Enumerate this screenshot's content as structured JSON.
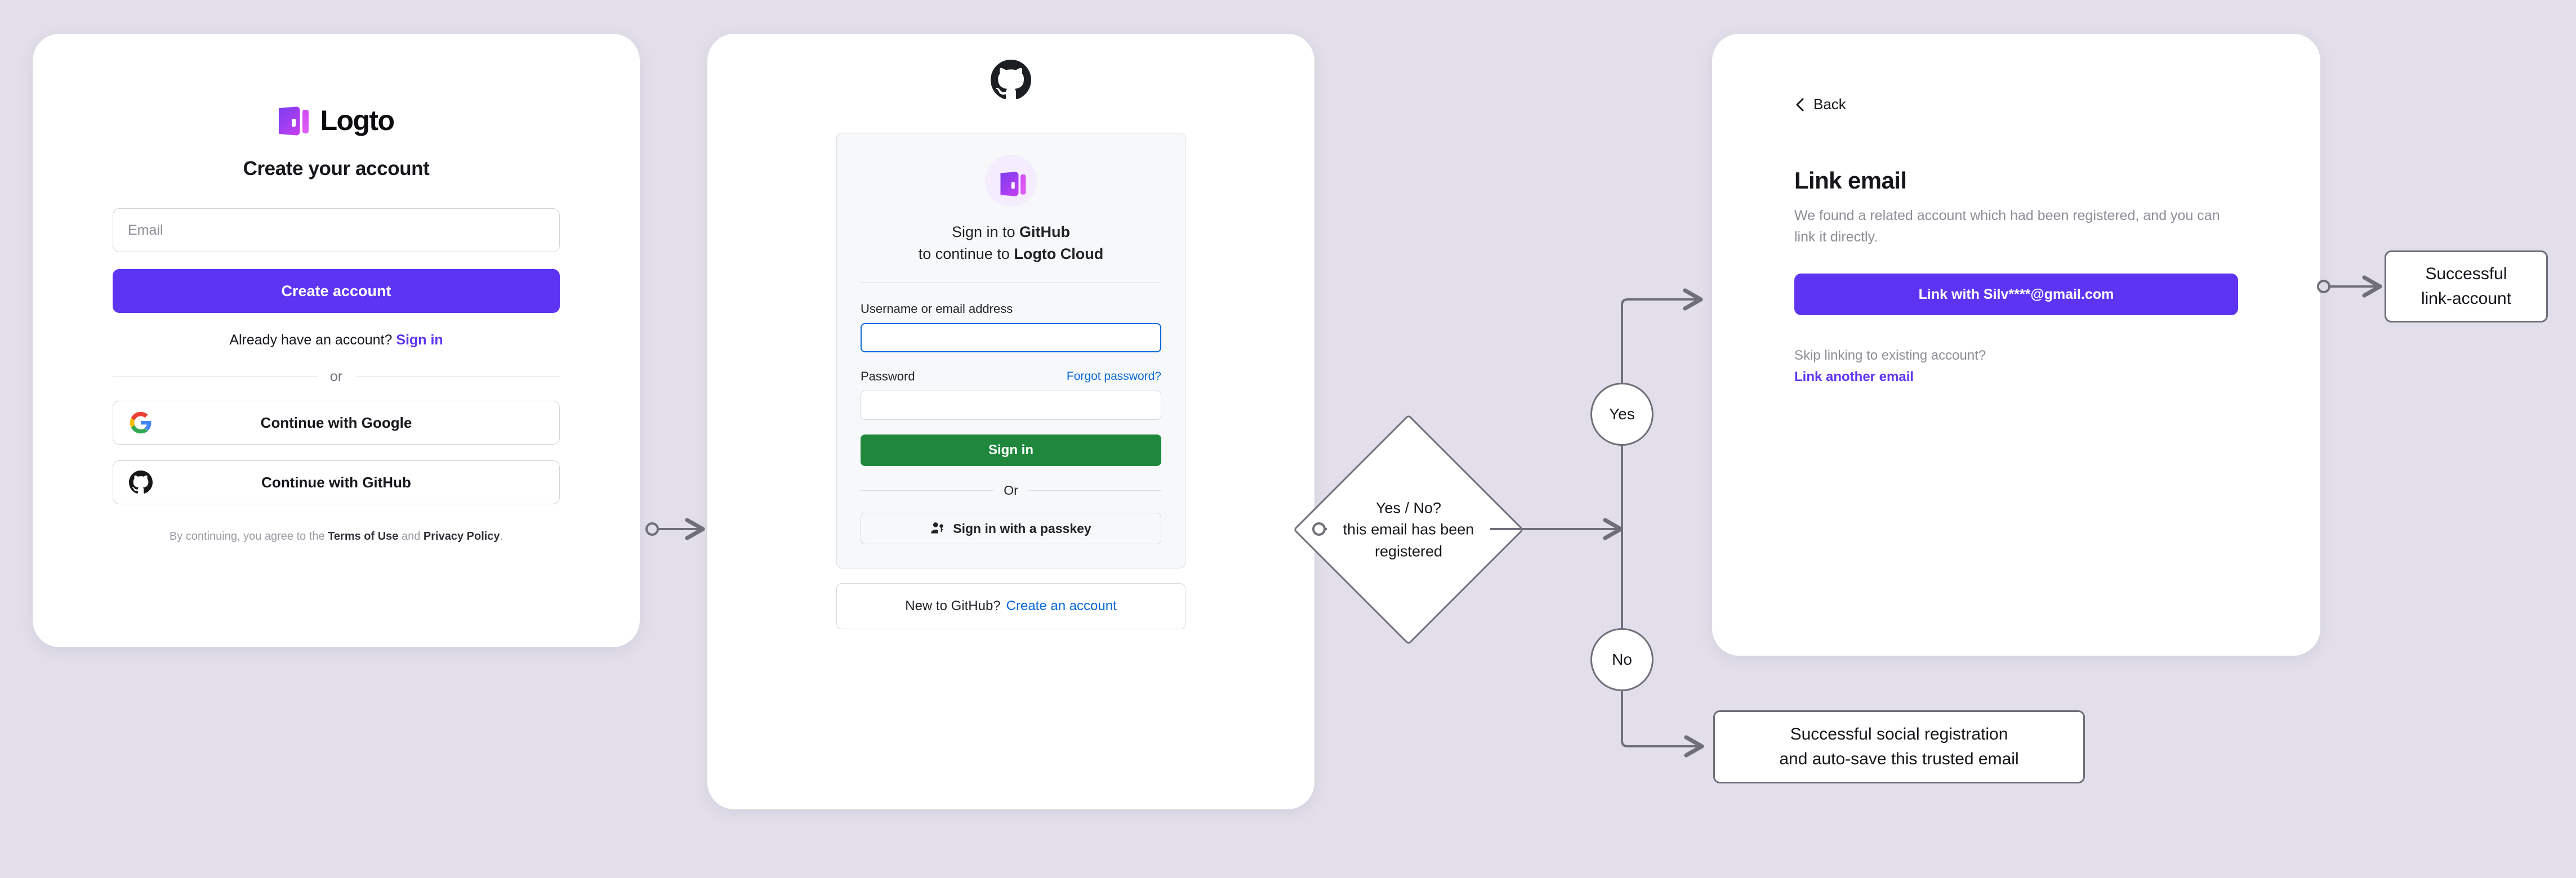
{
  "background_color": "#e2dfea",
  "signup_card": {
    "brand_name": "Logto",
    "logo_icon": "logto-door-logo",
    "title": "Create your account",
    "email_field": {
      "placeholder": "Email",
      "value": ""
    },
    "create_account_label": "Create account",
    "already_text": "Already have an account?",
    "sign_in_link": "Sign in",
    "divider_label": "or",
    "social_buttons": [
      {
        "icon": "google-icon",
        "label": "Continue with Google"
      },
      {
        "icon": "github-icon",
        "label": "Continue with GitHub"
      }
    ],
    "legal": {
      "prefix": "By continuing, you agree to the ",
      "terms": "Terms of Use",
      "middle": " and ",
      "privacy": "Privacy Policy",
      "suffix": "."
    },
    "accent_color": "#5d34f2"
  },
  "github_card": {
    "logo_icon": "github-mark-icon",
    "avatar_icon": "logto-door-logo",
    "headline_line1_prefix": "Sign in to ",
    "headline_line1_bold": "GitHub",
    "headline_line2_prefix": "to continue to ",
    "headline_line2_bold": "Logto Cloud",
    "username_label": "Username or email address",
    "username_value": "",
    "password_label": "Password",
    "forgot_password_link": "Forgot password?",
    "password_value": "",
    "sign_in_label": "Sign in",
    "divider_label": "Or",
    "passkey_icon": "passkey-person-key-icon",
    "passkey_label": "Sign in with a passkey",
    "new_to_github_text": "New to GitHub?",
    "create_account_link": "Create an account",
    "button_color": "#1f883d",
    "link_color": "#0969da"
  },
  "link_email_card": {
    "back_icon": "chevron-left-icon",
    "back_label": "Back",
    "title": "Link email",
    "description": "We found a related account which had been registered, and you can link it directly.",
    "link_button_label": "Link with Silv****@gmail.com",
    "skip_text": "Skip linking to existing account?",
    "alt_link_label": "Link another email",
    "accent_color": "#5d34f2"
  },
  "flow": {
    "decision_line1": "Yes / No?",
    "decision_line2": "this email has been",
    "decision_line3": "registered",
    "yes_label": "Yes",
    "no_label": "No",
    "outcome_link_line1": "Successful",
    "outcome_link_line2": "link-account",
    "outcome_reg_line1": "Successful social registration",
    "outcome_reg_line2": "and auto-save this trusted email",
    "stroke_color": "#6f6f7a"
  }
}
